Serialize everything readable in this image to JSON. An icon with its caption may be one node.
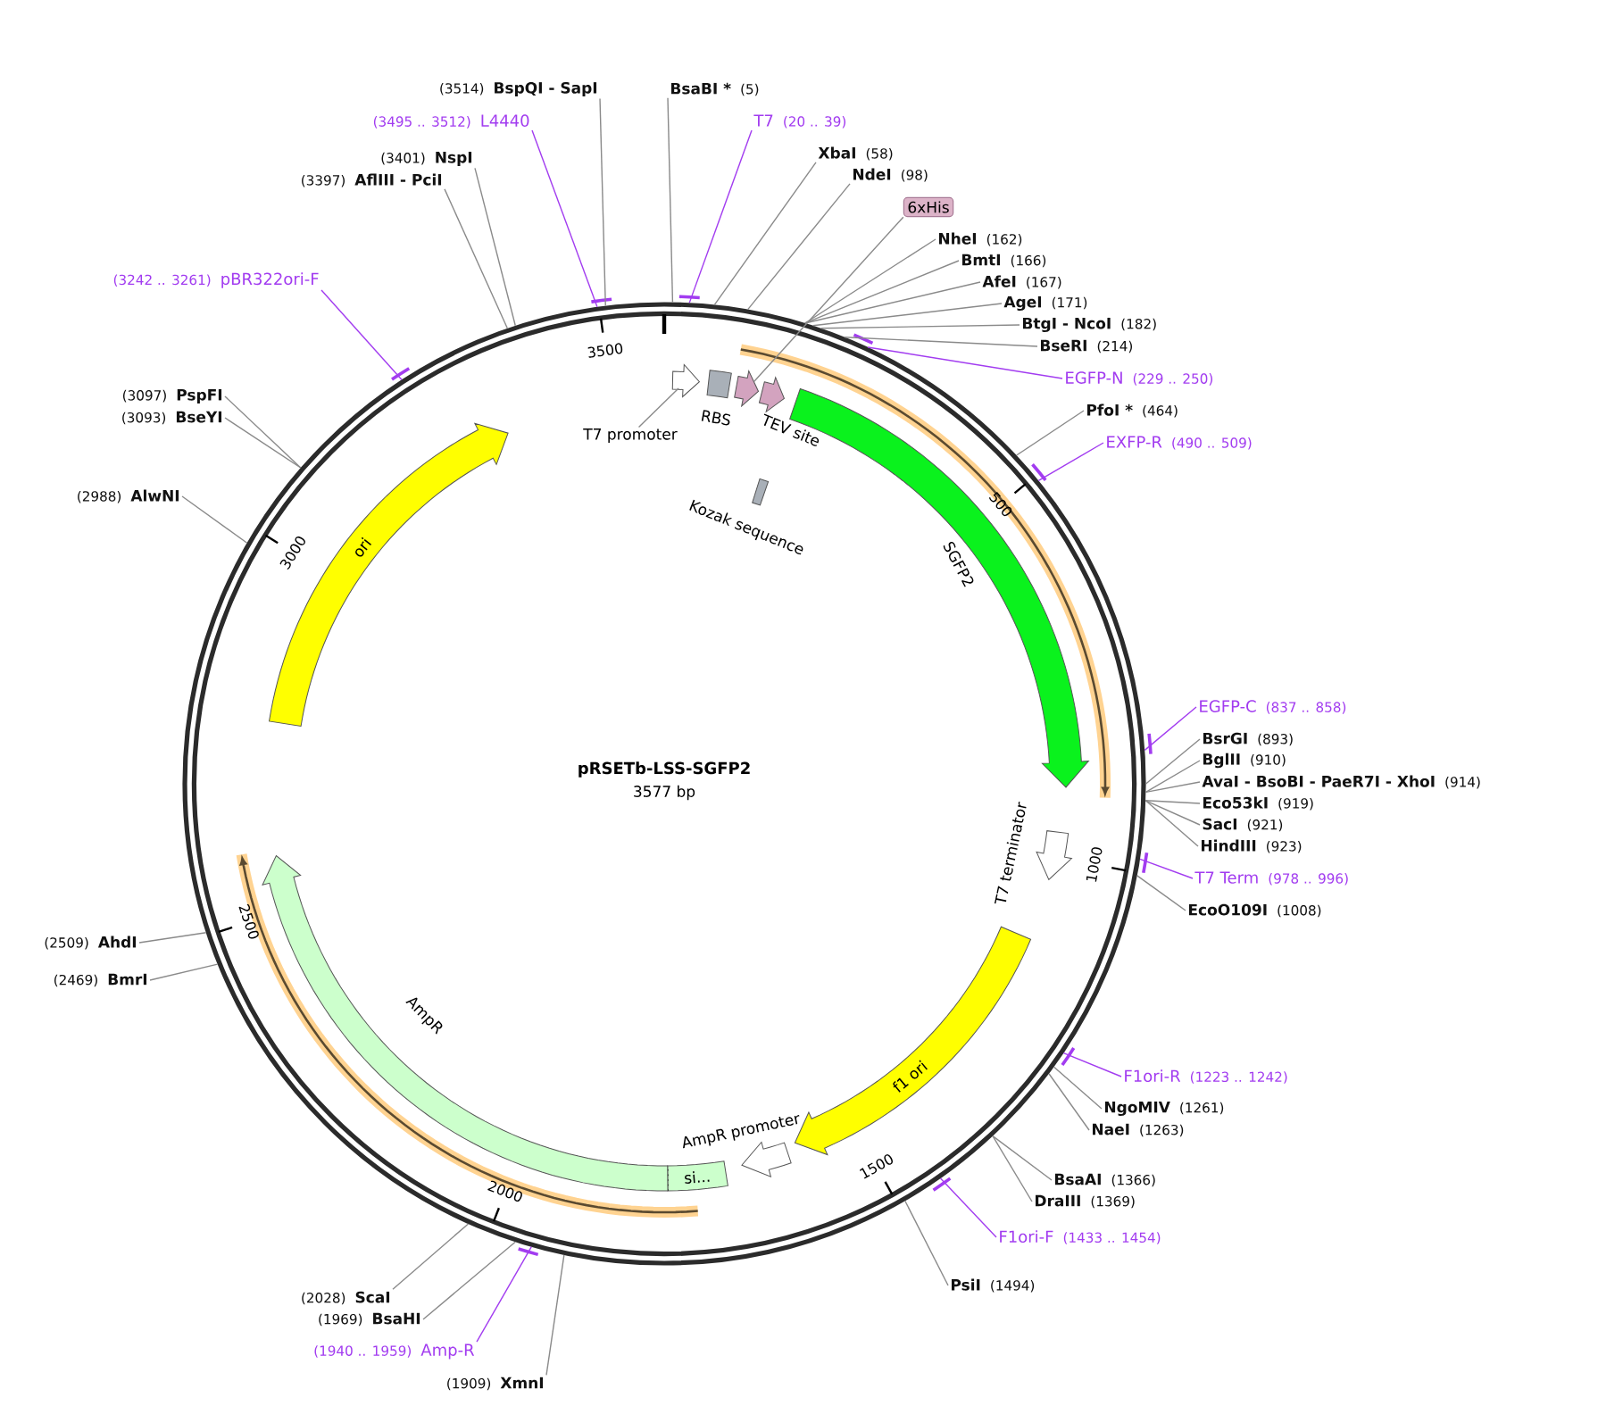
{
  "diagram": {
    "title": "pRSETb-LSS-SGFP2",
    "nodes": [
      {
        "text": [
          "(3514)",
          "BspQI - SapI"
        ]
      },
      {
        "text": [
          "(3495 .. 3512)",
          "L4440"
        ]
      },
      {
        "text": [
          "(3401)",
          "NspI"
        ]
      },
      {
        "text": [
          "(3397)",
          "AflIII - PciI"
        ]
      },
      {
        "text": [
          "(3242 .. 3261)",
          "pBR322ori-F"
        ]
      },
      {
        "text": [
          "(3097)",
          "PspFI"
        ]
      },
      {
        "text": [
          "(3093)",
          "BseYI"
        ]
      },
      {
        "text": [
          "(2988)",
          "AlwNI"
        ]
      },
      {
        "text": [
          "(2509)",
          "AhdI"
        ]
      },
      {
        "text": [
          "(2469)",
          "BmrI"
        ]
      },
      {
        "text": [
          "(2028)",
          "ScaI"
        ]
      },
      {
        "text": [
          "(1969)",
          "BsaHI"
        ]
      },
      {
        "text": [
          "(1940 .. 1959)",
          "Amp-R"
        ]
      },
      {
        "text": [
          "(1909)",
          "XmnI"
        ]
      },
      {
        "text": [
          "BsaBI *",
          "(5)"
        ]
      },
      {
        "text": [
          "T7",
          "(20 .. 39)"
        ]
      },
      {
        "text": [
          "XbaI",
          "(58)"
        ]
      },
      {
        "text": [
          "NdeI",
          "(98)"
        ]
      },
      {
        "text": [
          "6xHis"
        ]
      },
      {
        "text": [
          "NheI",
          "(162)"
        ]
      },
      {
        "text": [
          "BmtI",
          "(166)"
        ]
      },
      {
        "text": [
          "AfeI",
          "(167)"
        ]
      },
      {
        "text": [
          "AgeI",
          "(171)"
        ]
      },
      {
        "text": [
          "BtgI - NcoI",
          "(182)"
        ]
      },
      {
        "text": [
          "BseRI",
          "(214)"
        ]
      },
      {
        "text": [
          "EGFP-N",
          "(229 .. 250)"
        ]
      },
      {
        "text": [
          "PfoI *",
          "(464)"
        ]
      },
      {
        "text": [
          "EXFP-R",
          "(490 .. 509)"
        ]
      },
      {
        "text": [
          "EGFP-C",
          "(837 .. 858)"
        ]
      },
      {
        "text": [
          "BsrGI",
          "(893)"
        ]
      },
      {
        "text": [
          "BglII",
          "(910)"
        ]
      },
      {
        "text": [
          "AvaI - BsoBI - PaeR7I - XhoI",
          "(914)"
        ]
      },
      {
        "text": [
          "Eco53kI",
          "(919)"
        ]
      },
      {
        "text": [
          "SacI",
          "(921)"
        ]
      },
      {
        "text": [
          "HindIII",
          "(923)"
        ]
      },
      {
        "text": [
          "T7 Term",
          "(978 .. 996)"
        ]
      },
      {
        "text": [
          "EcoO109I",
          "(1008)"
        ]
      },
      {
        "text": [
          "F1ori-R",
          "(1223 .. 1242)"
        ]
      },
      {
        "text": [
          "NgoMIV",
          "(1261)"
        ]
      },
      {
        "text": [
          "NaeI",
          "(1263)"
        ]
      },
      {
        "text": [
          "BsaAI",
          "(1366)"
        ]
      },
      {
        "text": [
          "DraIII",
          "(1369)"
        ]
      },
      {
        "text": [
          "F1ori-F",
          "(1433 .. 1454)"
        ]
      },
      {
        "text": [
          "PsiI",
          "(1494)"
        ]
      },
      {
        "text": [],
        "shape": "circle"
      },
      {
        "text": [],
        "shape": "pentagon",
        "in": 44
      },
      {
        "text": [
          "T7 promoter"
        ],
        "in": 44
      },
      {
        "text": [
          "RBS"
        ],
        "in": 44
      },
      {
        "text": [],
        "shape": "pentagon",
        "in": 44
      },
      {
        "text": [
          "TEV site"
        ],
        "in": 44
      },
      {
        "text": [
          "Kozak sequence"
        ],
        "in": 44
      },
      {
        "text": [
          "SGFP2"
        ],
        "in": 44
      },
      {
        "text": [
          "T7 terminator"
        ],
        "in": 44
      },
      {
        "text": [
          "f1 ori"
        ],
        "in": 44
      },
      {
        "text": [
          "AmpR promoter"
        ],
        "in": 44
      },
      {
        "text": [
          "si..."
        ],
        "in": 44
      },
      {
        "text": [
          "AmpR"
        ],
        "in": 44
      },
      {
        "text": [
          "ori"
        ],
        "in": 44
      }
    ],
    "edges": [
      {
        "from": 0,
        "to": 44,
        "arrow": "none"
      },
      {
        "from": 1,
        "to": 44,
        "arrow": "none",
        "color": "#a23cf0"
      },
      {
        "from": 2,
        "to": 44,
        "arrow": "none"
      },
      {
        "from": 3,
        "to": 44,
        "arrow": "none"
      },
      {
        "from": 4,
        "to": 44,
        "arrow": "none",
        "color": "#a23cf0"
      },
      {
        "from": 5,
        "to": 44,
        "arrow": "none"
      },
      {
        "from": 6,
        "to": 44,
        "arrow": "none"
      },
      {
        "from": 7,
        "to": 44,
        "arrow": "none"
      },
      {
        "from": 8,
        "to": 44,
        "arrow": "none"
      },
      {
        "from": 9,
        "to": 44,
        "arrow": "none"
      },
      {
        "from": 10,
        "to": 44,
        "arrow": "none"
      },
      {
        "from": 11,
        "to": 44,
        "arrow": "none"
      },
      {
        "from": 12,
        "to": 44,
        "arrow": "none",
        "color": "#a23cf0"
      },
      {
        "from": 13,
        "to": 44,
        "arrow": "none"
      },
      {
        "from": 14,
        "to": 44,
        "arrow": "none"
      },
      {
        "from": 15,
        "to": 44,
        "arrow": "none",
        "color": "#a23cf0"
      },
      {
        "from": 16,
        "to": 44,
        "arrow": "none"
      },
      {
        "from": 17,
        "to": 44,
        "arrow": "none"
      },
      {
        "from": 18,
        "to": 48,
        "arrow": "none"
      },
      {
        "from": 19,
        "to": 44,
        "arrow": "none"
      },
      {
        "from": 20,
        "to": 44,
        "arrow": "none"
      },
      {
        "from": 21,
        "to": 44,
        "arrow": "none"
      },
      {
        "from": 22,
        "to": 44,
        "arrow": "none"
      },
      {
        "from": 23,
        "to": 44,
        "arrow": "none"
      },
      {
        "from": 24,
        "to": 44,
        "arrow": "none"
      },
      {
        "from": 25,
        "to": 44,
        "arrow": "none",
        "color": "#a23cf0"
      },
      {
        "from": 26,
        "to": 44,
        "arrow": "none"
      },
      {
        "from": 27,
        "to": 44,
        "arrow": "none",
        "color": "#a23cf0"
      },
      {
        "from": 28,
        "to": 44,
        "arrow": "none",
        "color": "#a23cf0"
      },
      {
        "from": 29,
        "to": 44,
        "arrow": "none"
      },
      {
        "from": 30,
        "to": 44,
        "arrow": "none"
      },
      {
        "from": 31,
        "to": 44,
        "arrow": "none"
      },
      {
        "from": 32,
        "to": 44,
        "arrow": "none"
      },
      {
        "from": 33,
        "to": 44,
        "arrow": "none"
      },
      {
        "from": 34,
        "to": 44,
        "arrow": "none"
      },
      {
        "from": 35,
        "to": 44,
        "arrow": "none",
        "color": "#a23cf0"
      },
      {
        "from": 36,
        "to": 44,
        "arrow": "none"
      },
      {
        "from": 37,
        "to": 44,
        "arrow": "none",
        "color": "#a23cf0"
      },
      {
        "from": 38,
        "to": 44,
        "arrow": "none"
      },
      {
        "from": 39,
        "to": 44,
        "arrow": "none"
      },
      {
        "from": 40,
        "to": 44,
        "arrow": "none"
      },
      {
        "from": 41,
        "to": 44,
        "arrow": "none"
      },
      {
        "from": 42,
        "to": 44,
        "arrow": "none",
        "color": "#a23cf0"
      },
      {
        "from": 43,
        "to": 44,
        "arrow": "none"
      },
      {
        "from": 46,
        "to": 45,
        "arrow": "none"
      }
    ],
    "labels": [
      "3577 bp",
      "500",
      "1000",
      "1500",
      "2000",
      "2500",
      "3000",
      "3500"
    ]
  }
}
